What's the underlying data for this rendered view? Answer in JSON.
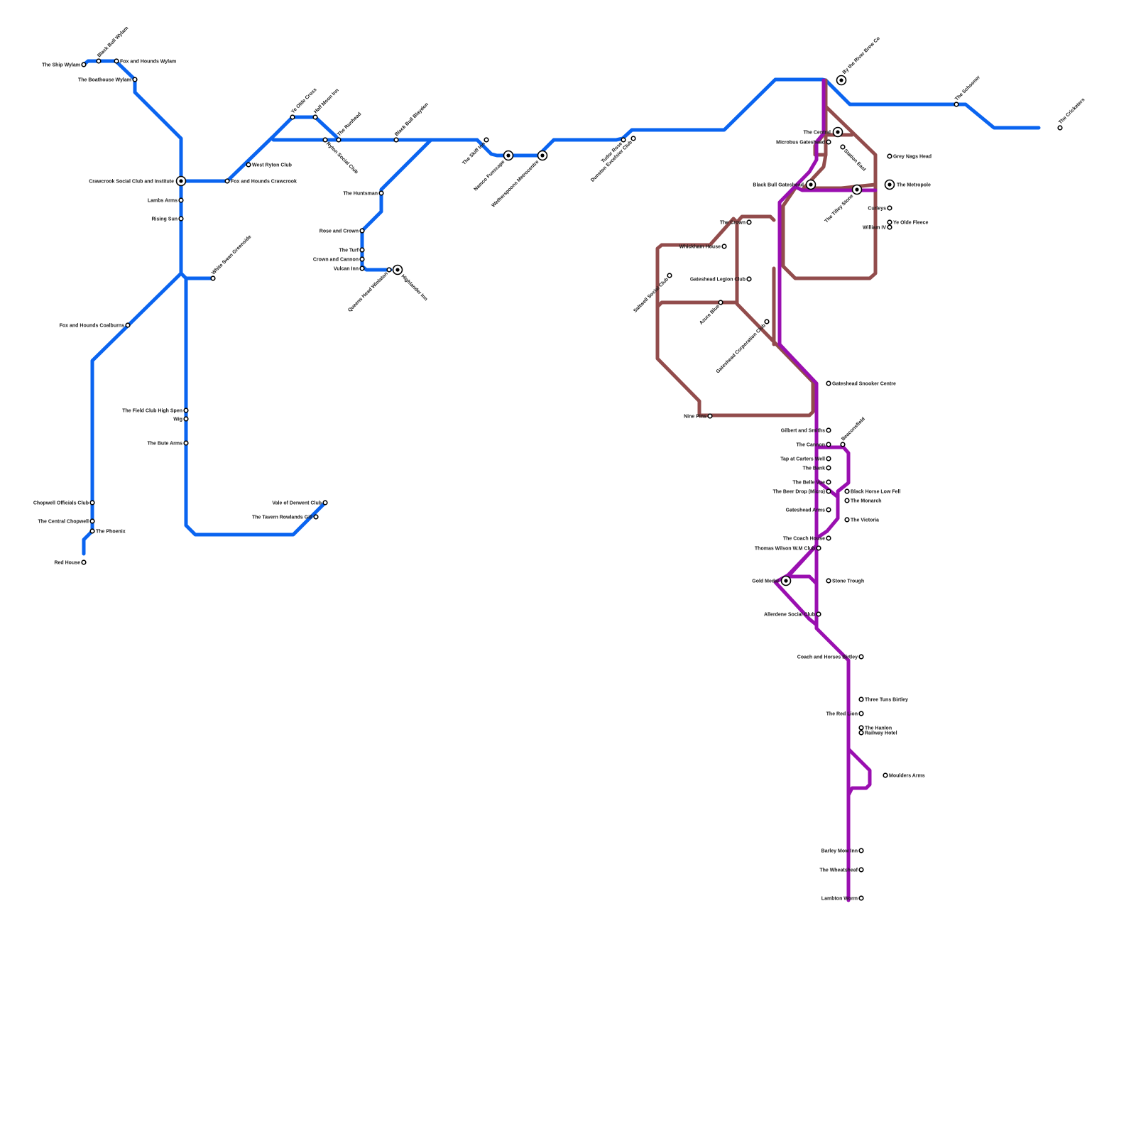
{
  "colors": {
    "blue_line": "#0a64f0",
    "brown_line": "#924c4c",
    "purple_line": "#9a0fb0"
  },
  "stations": [
    {
      "id": "ship-wylam",
      "name": "The Ship Wylam"
    },
    {
      "id": "black-bull-wylam",
      "name": "Black Bull Wylam"
    },
    {
      "id": "fox-hounds-wylam",
      "name": "Fox and Hounds Wylam"
    },
    {
      "id": "boathouse-wylam",
      "name": "The Boathouse Wylam"
    },
    {
      "id": "crawcrook-social",
      "name": "Crawcrook Social Club and Institute",
      "interchange": true
    },
    {
      "id": "fox-hounds-crawcrook",
      "name": "Fox and Hounds Crawcrook"
    },
    {
      "id": "lambs-arms",
      "name": "Lambs Arms"
    },
    {
      "id": "rising-sun",
      "name": "Rising Sun"
    },
    {
      "id": "white-swan",
      "name": "White Swan Greenside"
    },
    {
      "id": "fox-hounds-coalburns",
      "name": "Fox and Hounds Coalburns"
    },
    {
      "id": "field-club",
      "name": "The Field Club High Spen"
    },
    {
      "id": "wig",
      "name": "Wig"
    },
    {
      "id": "bute-arms",
      "name": "The Bute Arms"
    },
    {
      "id": "chopwell-officials",
      "name": "Chopwell Officials Club"
    },
    {
      "id": "central-chopwell",
      "name": "The Central Chopwell"
    },
    {
      "id": "phoenix",
      "name": "The Phoenix"
    },
    {
      "id": "red-house",
      "name": "Red House"
    },
    {
      "id": "vale-derwent",
      "name": "Vale of Derwent Club"
    },
    {
      "id": "tavern-rowlands",
      "name": "The Tavern Rowlands Gill"
    },
    {
      "id": "west-ryton",
      "name": "West Ryton Club"
    },
    {
      "id": "ye-olde-cross",
      "name": "Ye Olde Cross"
    },
    {
      "id": "half-moon",
      "name": "Half Moon Inn"
    },
    {
      "id": "ryton-social",
      "name": "Ryton Social Club"
    },
    {
      "id": "runhead",
      "name": "The Runhead"
    },
    {
      "id": "black-bull-blaydon",
      "name": "Black Bull Blaydon"
    },
    {
      "id": "huntsman",
      "name": "The Huntsman"
    },
    {
      "id": "rose-crown",
      "name": "Rose and Crown"
    },
    {
      "id": "turf",
      "name": "The Turf"
    },
    {
      "id": "crown-cannon",
      "name": "Crown and Cannon"
    },
    {
      "id": "vulcan-inn",
      "name": "Vulcan Inn"
    },
    {
      "id": "queens-head",
      "name": "Queens Head Winlaton"
    },
    {
      "id": "highlander",
      "name": "Highlander Inn",
      "interchange": true
    },
    {
      "id": "skiff-inn",
      "name": "The Skiff Inn"
    },
    {
      "id": "namco",
      "name": "Namco Funscape",
      "interchange": true
    },
    {
      "id": "wetherspoons",
      "name": "Wetherspoons Metrocentre",
      "interchange": true
    },
    {
      "id": "tudor-rose",
      "name": "Tudor Rose"
    },
    {
      "id": "dunston",
      "name": "Dunston Excelsior Club"
    },
    {
      "id": "by-the-river",
      "name": "By the River Brew Co",
      "interchange": true
    },
    {
      "id": "schooner",
      "name": "The Schooner"
    },
    {
      "id": "cricketers",
      "name": "The Cricketers"
    },
    {
      "id": "the-central",
      "name": "The Central",
      "interchange": true
    },
    {
      "id": "microbus",
      "name": "Microbus Gateshead"
    },
    {
      "id": "station-east",
      "name": "Station East"
    },
    {
      "id": "grey-nags",
      "name": "Grey Nags Head"
    },
    {
      "id": "black-bull-gateshead",
      "name": "Black Bull Gateshead",
      "interchange": true
    },
    {
      "id": "tilley-stone",
      "name": "The Tilley Stone",
      "interchange": true
    },
    {
      "id": "metropole",
      "name": "The Metropole",
      "interchange": true
    },
    {
      "id": "curleys",
      "name": "Curleys"
    },
    {
      "id": "ye-olde-fleece",
      "name": "Ye Olde Fleece"
    },
    {
      "id": "william-iv",
      "name": "William IV"
    },
    {
      "id": "the-crown",
      "name": "The Crown"
    },
    {
      "id": "whickham-house",
      "name": "Whickham House"
    },
    {
      "id": "saltwell-social",
      "name": "Saltwell Social Club"
    },
    {
      "id": "gateshead-legion",
      "name": "Gateshead Legion Club"
    },
    {
      "id": "azure-blue",
      "name": "Azure Blue"
    },
    {
      "id": "gateshead-corporation",
      "name": "Gateshead Corporation Club"
    },
    {
      "id": "gateshead-snooker",
      "name": "Gateshead Snooker Centre"
    },
    {
      "id": "nine-pins",
      "name": "Nine Pins"
    },
    {
      "id": "gilbert-smiths",
      "name": "Gilbert and Smiths"
    },
    {
      "id": "the-cannon",
      "name": "The Cannon"
    },
    {
      "id": "beaconsfield",
      "name": "Beaconsfield"
    },
    {
      "id": "tap-carters",
      "name": "Tap at Carters Well"
    },
    {
      "id": "the-bank",
      "name": "The Bank"
    },
    {
      "id": "belle-vue",
      "name": "The Belle Vue"
    },
    {
      "id": "beer-drop",
      "name": "The Beer Drop (Micro)"
    },
    {
      "id": "black-horse",
      "name": "Black Horse Low Fell"
    },
    {
      "id": "the-monarch",
      "name": "The Monarch"
    },
    {
      "id": "gateshead-arms",
      "name": "Gateshead Arms"
    },
    {
      "id": "the-victoria",
      "name": "The Victoria"
    },
    {
      "id": "coach-house",
      "name": "The Coach House"
    },
    {
      "id": "thomas-wilson",
      "name": "Thomas Wilson W.M Club"
    },
    {
      "id": "gold-medal",
      "name": "Gold Medal",
      "interchange": true
    },
    {
      "id": "stone-trough",
      "name": "Stone Trough"
    },
    {
      "id": "allerdene",
      "name": "Allerdene Social Club"
    },
    {
      "id": "coach-horses",
      "name": "Coach and Horses Birtley"
    },
    {
      "id": "three-tuns",
      "name": "Three Tuns Birtley"
    },
    {
      "id": "red-lion",
      "name": "The Red Lion"
    },
    {
      "id": "the-hanlon",
      "name": "The Hanlon"
    },
    {
      "id": "railway-hotel",
      "name": "Railway Hotel"
    },
    {
      "id": "moulders-arms",
      "name": "Moulders Arms"
    },
    {
      "id": "barley-mow",
      "name": "Barley Mow Inn"
    },
    {
      "id": "wheatsheaf",
      "name": "The Wheatsheaf"
    },
    {
      "id": "lambton-worm",
      "name": "Lambton Worm"
    }
  ]
}
